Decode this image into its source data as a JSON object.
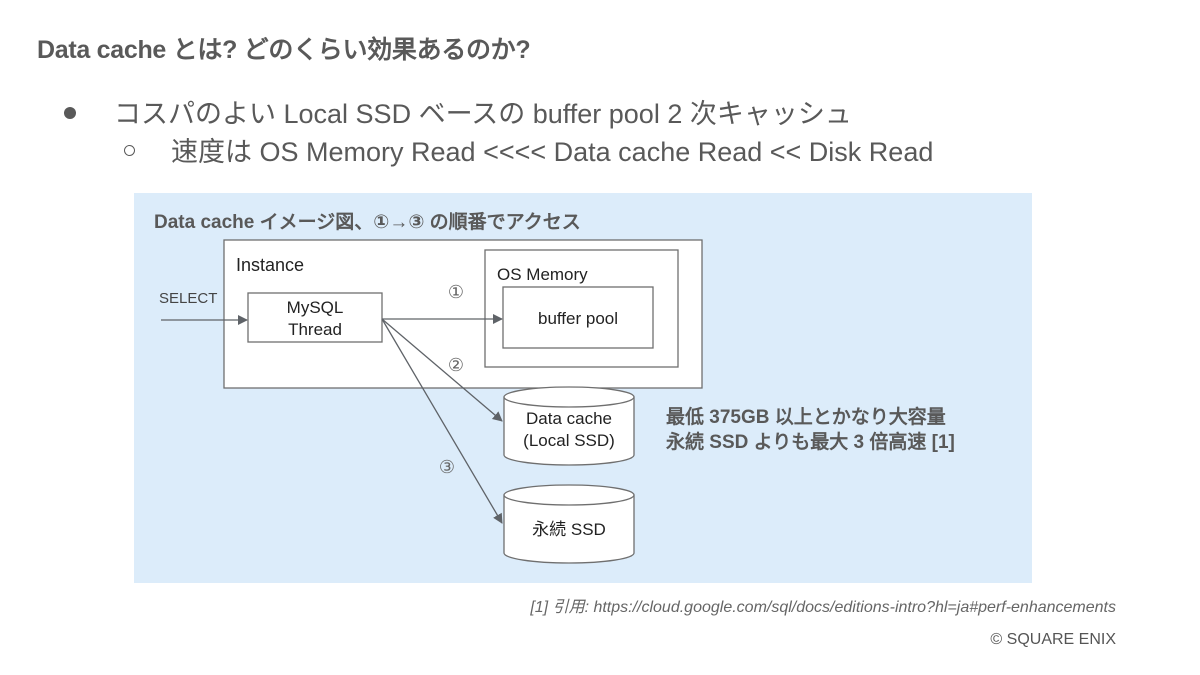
{
  "slide": {
    "title": "Data cache とは? どのくらい効果あるのか?",
    "bullets": [
      {
        "level": 1,
        "text": "コスパのよい Local SSD ベースの buffer pool 2 次キャッシュ"
      },
      {
        "level": 2,
        "text": "速度は OS Memory Read <<<< Data cache Read << Disk Read"
      }
    ],
    "diagram": {
      "caption": "Data cache イメージ図、①→③ の順番でアクセス",
      "input_label": "SELECT",
      "instance_label": "Instance",
      "thread_label_line1": "MySQL",
      "thread_label_line2": "Thread",
      "os_memory_label": "OS Memory",
      "buffer_pool_label": "buffer pool",
      "data_cache_line1": "Data cache",
      "data_cache_line2": "(Local SSD)",
      "persistent_ssd_label": "永続 SSD",
      "step1": "①",
      "step2": "②",
      "step3": "③",
      "note_line1": "最低 375GB 以上とかなり大容量",
      "note_line2": "永続 SSD よりも最大 3 倍高速 [1]",
      "colors": {
        "panel_bg": "#dcecfa",
        "line": "#5f6368",
        "box_fill": "#ffffff"
      }
    },
    "footnote": "[1] 引用: https://cloud.google.com/sql/docs/editions-intro?hl=ja#perf-enhancements",
    "copyright": "© SQUARE ENIX"
  }
}
